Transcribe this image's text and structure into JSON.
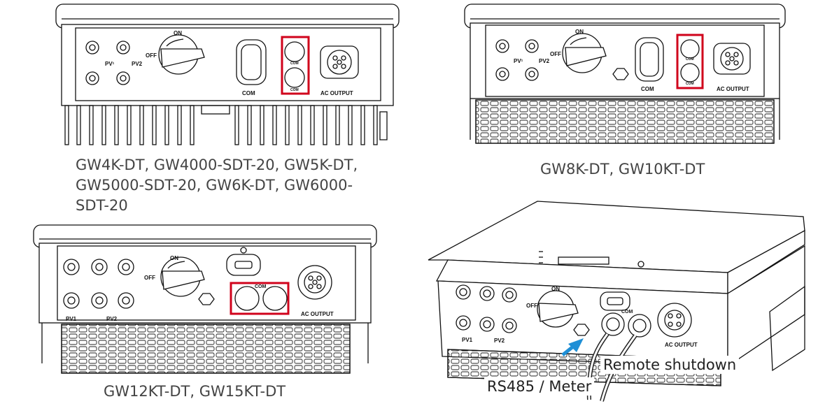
{
  "panels": [
    {
      "captions": [
        "GW4K-DT, GW4000-SDT-20, GW5K-DT,",
        "GW5000-SDT-20, GW6K-DT, GW6000-",
        "SDT-20"
      ],
      "labels": {
        "on": "ON",
        "off": "OFF",
        "pv1": "PV¹",
        "pv2": "PV2",
        "com": "COM",
        "com_port_a": "COM",
        "com_port_b": "COM",
        "ac": "AC OUTPUT"
      }
    },
    {
      "captions": [
        "GW8K-DT, GW10KT-DT"
      ],
      "labels": {
        "on": "ON",
        "off": "OFF",
        "pv1": "PV¹",
        "pv2": "PV2",
        "com": "COM",
        "com_port_a": "COM",
        "com_port_b": "COM",
        "ac": "AC OUTPUT"
      }
    },
    {
      "captions": [
        "GW12KT-DT, GW15KT-DT"
      ],
      "labels": {
        "on": "ON",
        "off": "OFF",
        "pv1": "PV1",
        "pv2": "PV2",
        "com": "COM",
        "ac": "AC OUTPUT"
      }
    },
    {
      "labels": {
        "on": "ON",
        "off": "OFF",
        "pv1": "PV1",
        "pv2": "PV2",
        "com": "COM",
        "ac": "AC OUTPUT"
      },
      "callouts": {
        "remote": "Remote shutdown",
        "rs485": "RS485 / Meter"
      }
    }
  ],
  "colors": {
    "highlight": "#d0021b",
    "arrow": "#1f8fd6",
    "line": "#111111"
  }
}
